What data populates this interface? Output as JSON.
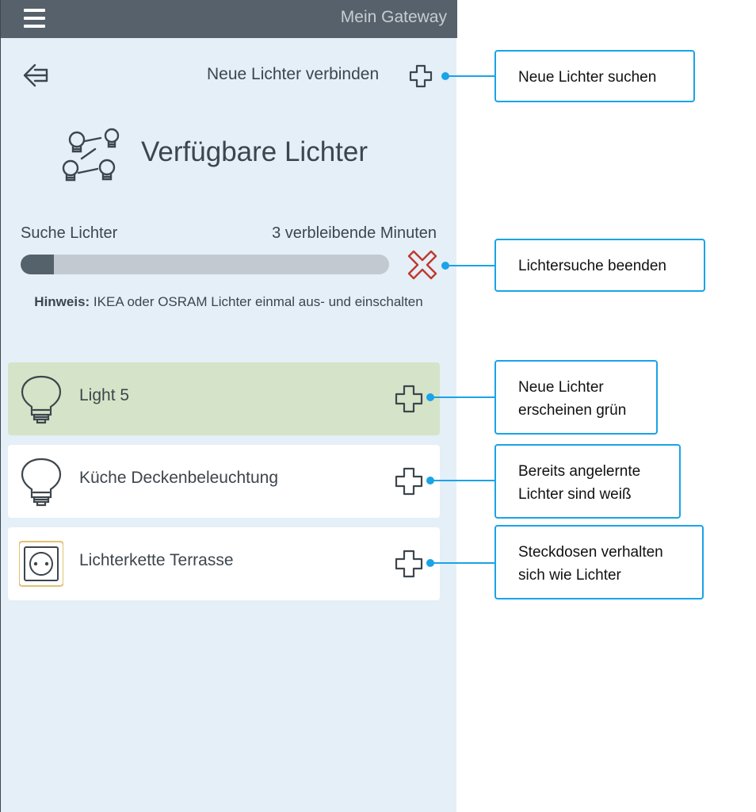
{
  "header": {
    "title": "Mein Gateway",
    "menu_icon": "hamburger-icon"
  },
  "toolbar": {
    "connect_label": "Neue Lichter verbinden",
    "back_icon": "arrow-left-icon",
    "add_icon": "plus-icon"
  },
  "page": {
    "title": "Verfügbare Lichter",
    "icon": "bulbs-network-icon"
  },
  "search": {
    "label": "Suche Lichter",
    "remaining": "3 verbleibende Minuten",
    "progress": 0.09,
    "stop_icon": "close-icon",
    "stop_color": "#c0392b"
  },
  "hint": {
    "bold": "Hinweis:",
    "text": " IKEA oder OSRAM Lichter einmal aus- und einschalten"
  },
  "lights": [
    {
      "label": "Light 5",
      "icon": "bulb-icon",
      "state": "new"
    },
    {
      "label": "Küche Deckenbeleuchtung",
      "icon": "bulb-icon",
      "state": "known"
    },
    {
      "label": "Lichterkette Terrasse",
      "icon": "socket-icon",
      "state": "known"
    }
  ],
  "callouts": [
    {
      "text": "Neue Lichter suchen"
    },
    {
      "text": "Lichtersuche beenden"
    },
    {
      "line1": "Neue Lichter",
      "line2": "erscheinen grün"
    },
    {
      "line1": "Bereits angelernte",
      "line2": "Lichter sind weiß"
    },
    {
      "line1": "Steckdosen verhalten",
      "line2": "sich wie Lichter"
    }
  ],
  "colors": {
    "accent": "#1aa3e8",
    "new_row": "#d5e4c8",
    "topbar": "#56616b",
    "panel": "#e5eff7"
  }
}
